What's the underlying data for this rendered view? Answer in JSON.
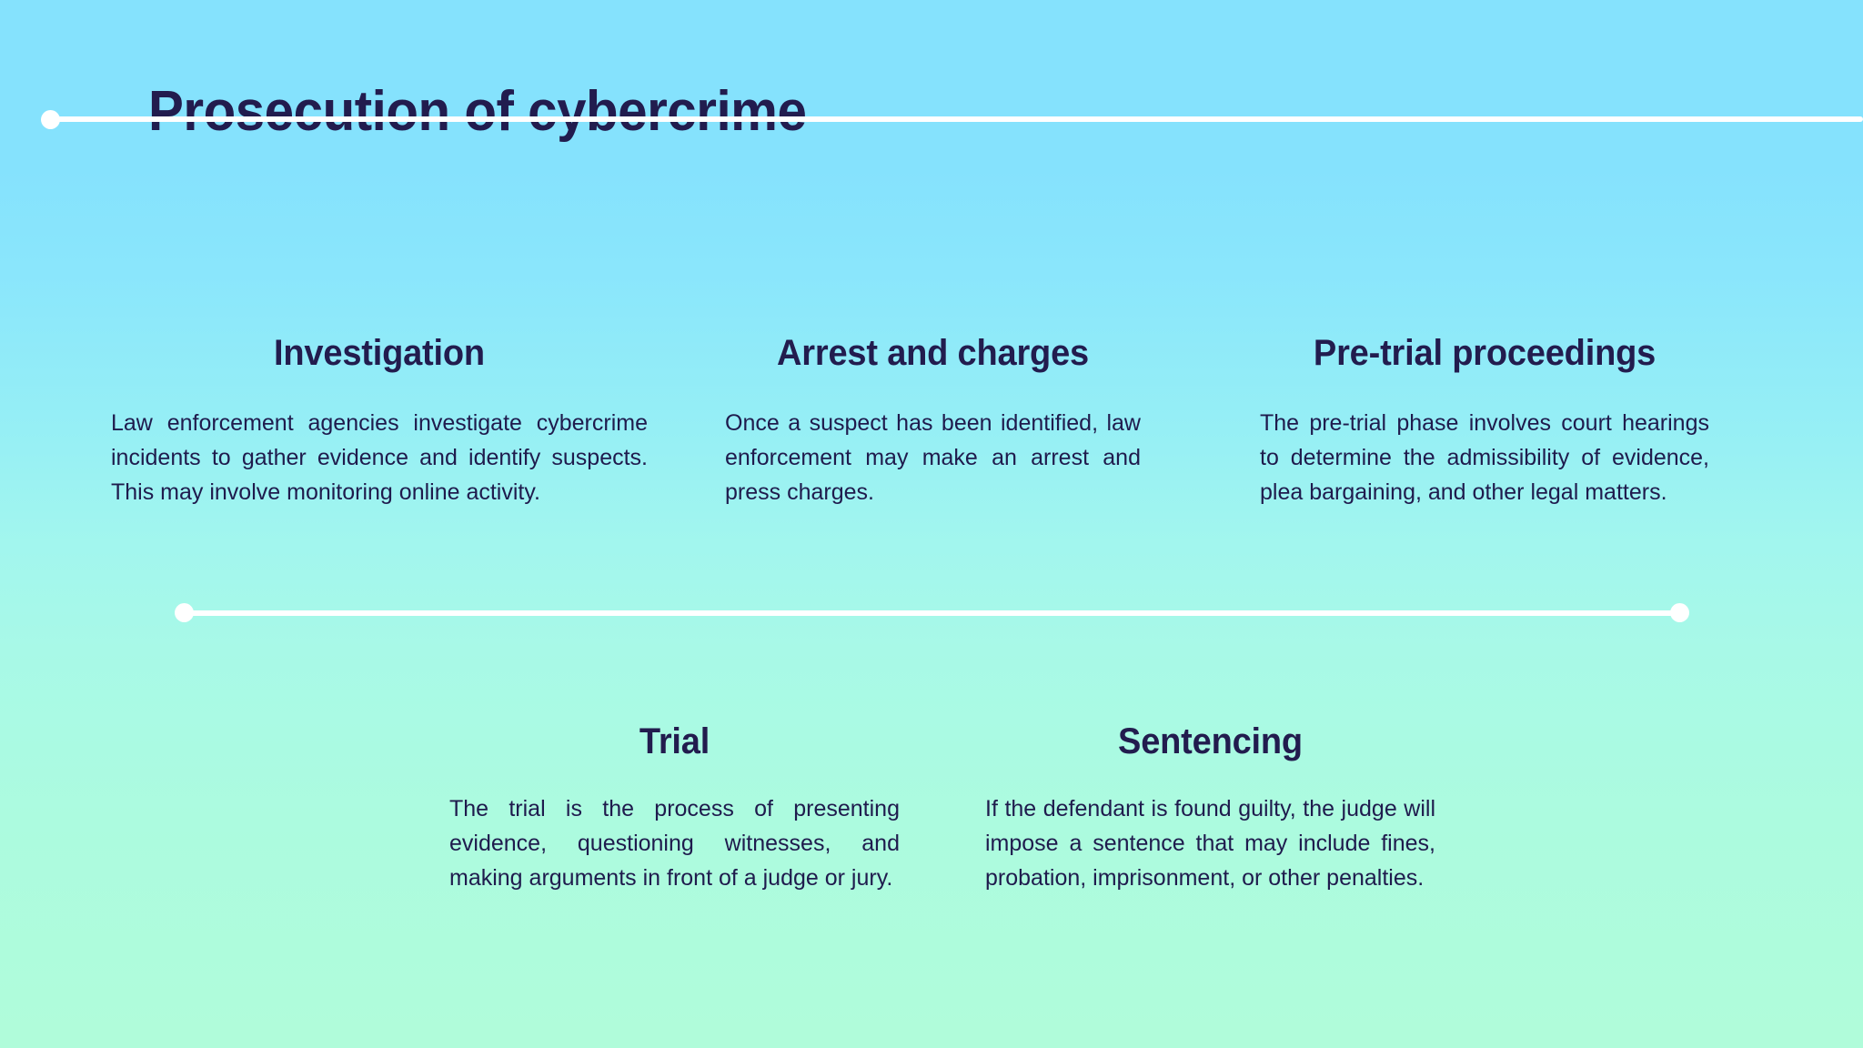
{
  "slide": {
    "title": "Prosecution of cybercrime",
    "background": {
      "gradient_top": "#85E2FD",
      "gradient_bottom": "#B0FCDA"
    },
    "text_color": "#221C4E",
    "line_color": "#FFFFFF"
  },
  "steps": [
    {
      "id": "investigation",
      "heading": "Investigation",
      "body": "Law enforcement agencies investigate cybercrime incidents to gather evidence and identify suspects. This may involve monitoring online activity."
    },
    {
      "id": "arrest-and-charges",
      "heading": "Arrest and charges",
      "body": "Once a suspect has been identified, law enforcement may make an arrest and press charges."
    },
    {
      "id": "pre-trial-proceedings",
      "heading": "Pre-trial proceedings",
      "body": "The pre-trial phase involves court hearings to determine the admissibility of evidence, plea bargaining, and other legal matters."
    },
    {
      "id": "trial",
      "heading": "Trial",
      "body": "The trial is the process of presenting evidence, questioning witnesses, and making arguments in front of a judge or jury."
    },
    {
      "id": "sentencing",
      "heading": "Sentencing",
      "body": " If the defendant is found guilty, the judge will impose a sentence that may include fines, probation, imprisonment, or other penalties."
    }
  ],
  "decorations": {
    "top_rule": "horizontal-rule-with-left-dot",
    "middle_rule": "horizontal-rule-with-two-dots"
  }
}
